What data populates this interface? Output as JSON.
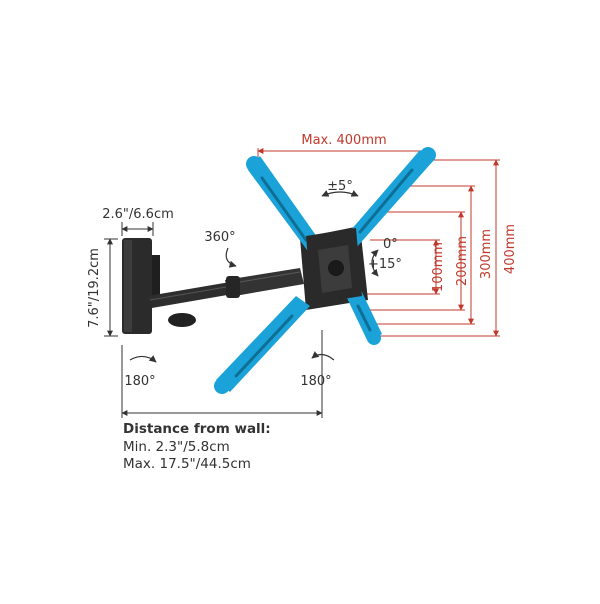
{
  "dimensions": {
    "max_width": "Max. 400mm",
    "heights": [
      "100mm",
      "200mm",
      "300mm",
      "400mm"
    ],
    "arm_depth": "2.6\"/6.6cm",
    "plate_height": "7.6\"/19.2cm"
  },
  "rotations": {
    "tilt_up": "±5°",
    "tilt_zero": "0°",
    "tilt_down": "+15°",
    "rotate": "360°",
    "swivel_wall": "180°",
    "swivel_head": "180°"
  },
  "distance": {
    "title": "Distance from wall:",
    "min": "Min. 2.3\"/5.8cm",
    "max": "Max. 17.5\"/44.5cm"
  },
  "colors": {
    "accent_blue": "#1ba3d9",
    "dimension_red": "#c0392b",
    "bracket_black": "#2b2b2b"
  }
}
